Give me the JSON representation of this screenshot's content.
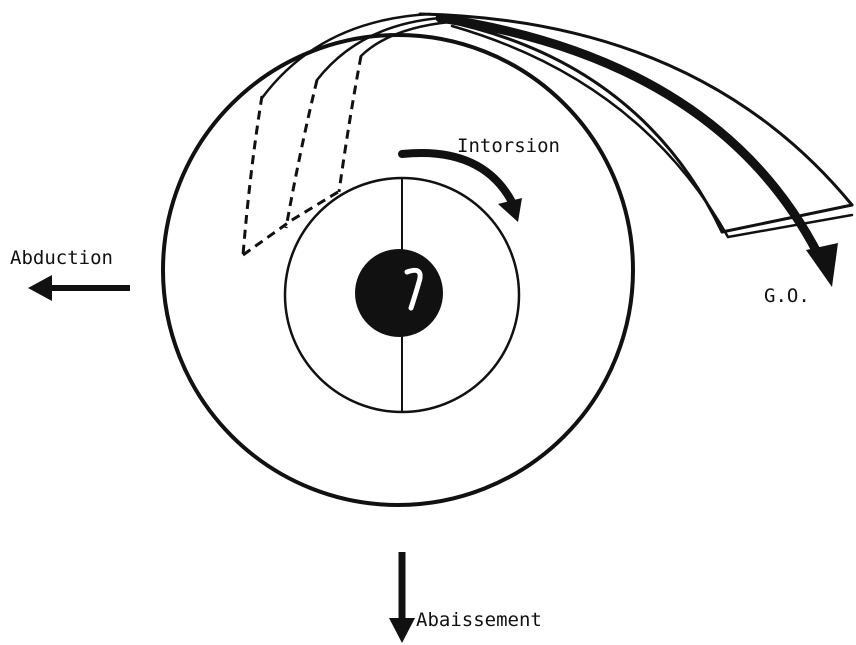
{
  "labels": {
    "intorsion": "Intorsion",
    "abduction": "Abduction",
    "go": "G.O.",
    "abaissement": "Abaissement"
  },
  "colors": {
    "ink": "#111111",
    "background": "#ffffff"
  }
}
